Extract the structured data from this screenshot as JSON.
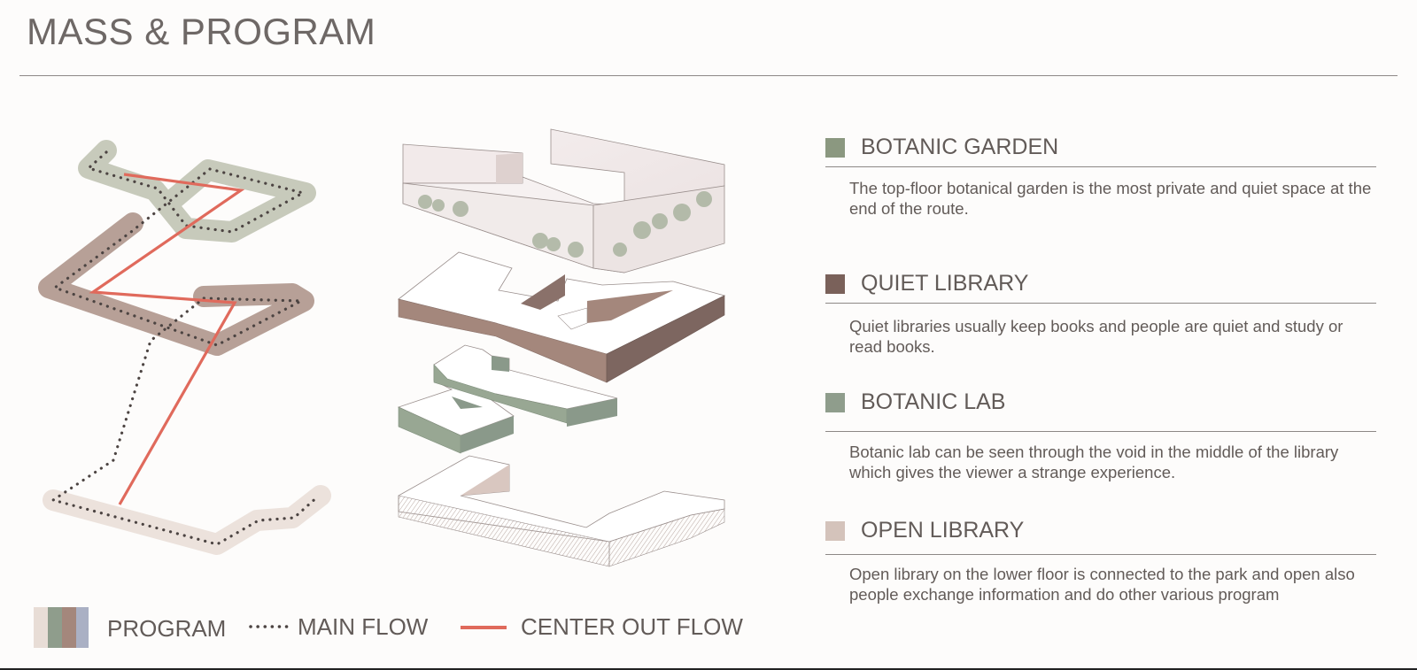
{
  "title": "MASS & PROGRAM",
  "program": [
    {
      "name": "BOTANIC GARDEN",
      "color": "#8b9880",
      "description": "The top-floor botanical garden is the most private and quiet space at the end of the route."
    },
    {
      "name": "QUIET LIBRARY",
      "color": "#7a615a",
      "description": "Quiet libraries usually keep books and people are quiet and study or read books."
    },
    {
      "name": "BOTANIC LAB",
      "color": "#8f9d8c",
      "description": "Botanic lab can be seen through the void in the middle of the library which gives the viewer a strange experience."
    },
    {
      "name": "OPEN LIBRARY",
      "color": "#d4c3bb",
      "description": "Open library on the lower floor is connected to the park and open also people exchange information and do other various program"
    }
  ],
  "legend": {
    "program": "PROGRAM",
    "main_flow": "MAIN FLOW",
    "center_out_flow": "CENTER OUT FLOW",
    "program_colors": [
      "#e8ddd6",
      "#8f9d8c",
      "#a4877c",
      "#aab0c4"
    ],
    "flow_color": "#e06a5c",
    "dot_color": "#4c4442"
  }
}
